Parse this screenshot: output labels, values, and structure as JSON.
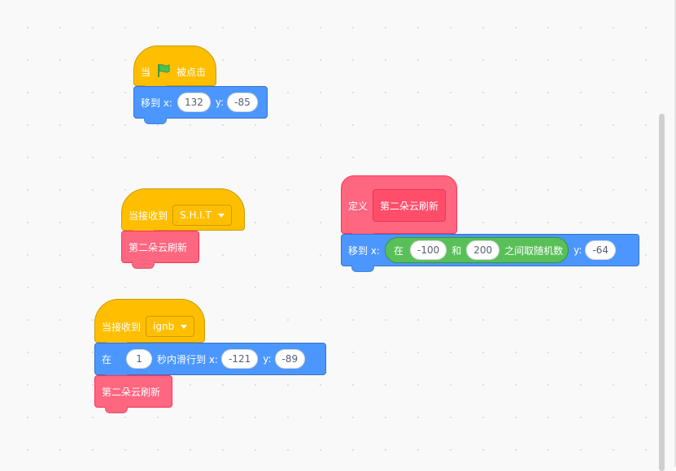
{
  "script_flag": {
    "hat_before": "当",
    "flag_icon": "green-flag-icon",
    "hat_after": "被点击",
    "move_label": "移到 x:",
    "x_value": "132",
    "y_label": "y:",
    "y_value": "-85"
  },
  "script_receive_shit": {
    "hat_label": "当接收到",
    "message": "S.H.I.T",
    "call_label": "第二朵云刷新"
  },
  "script_receive_ignb": {
    "hat_label": "当接收到",
    "message": "ignb",
    "glide_prefix": "在",
    "seconds": "1",
    "glide_middle": "秒内滑行到 x:",
    "x_value": "-121",
    "y_label": "y:",
    "y_value": "-89",
    "call_label": "第二朵云刷新"
  },
  "script_define": {
    "define_label": "定义",
    "proto_label": "第二朵云刷新",
    "move_label": "移到 x:",
    "random_prefix": "在",
    "random_from": "-100",
    "random_and": "和",
    "random_to": "200",
    "random_suffix": "之间取随机数",
    "y_label": "y:",
    "y_value": "-64"
  },
  "colors": {
    "events": "#ffbf00",
    "motion": "#4c97ff",
    "my_blocks": "#ff6680",
    "operators": "#59c059",
    "flag": "#4cbf56"
  }
}
